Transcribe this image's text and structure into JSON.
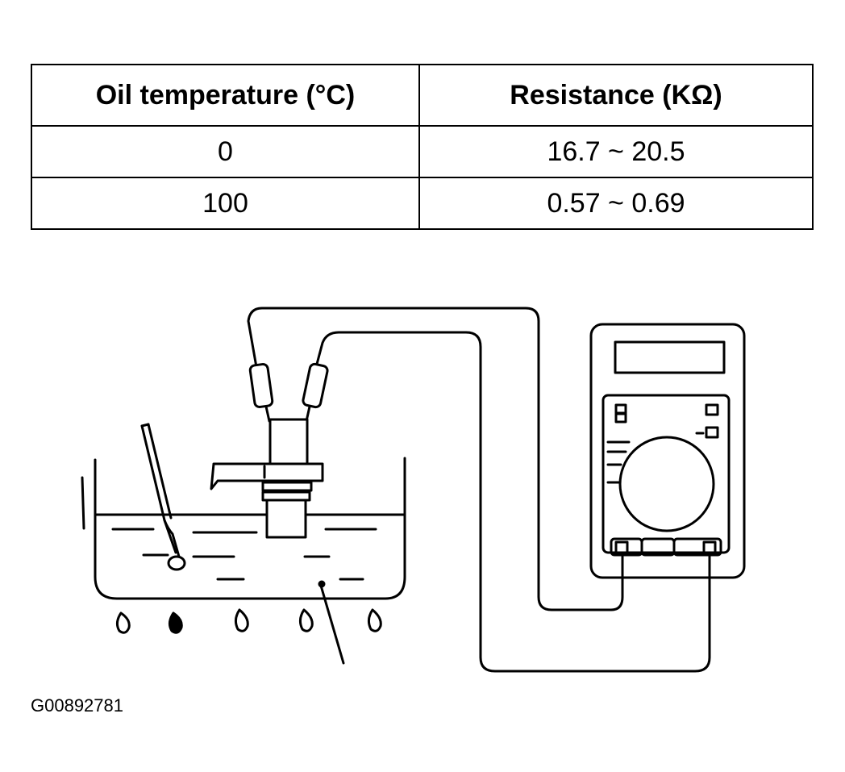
{
  "table": {
    "header": {
      "col1": "Oil temperature (°C)",
      "col2": "Resistance (KΩ)"
    },
    "rows": [
      {
        "temp": "0",
        "resistance": "16.7 ~ 20.5"
      },
      {
        "temp": "100",
        "resistance": "0.57 ~ 0.69"
      }
    ]
  },
  "figure_id": "G00892781"
}
